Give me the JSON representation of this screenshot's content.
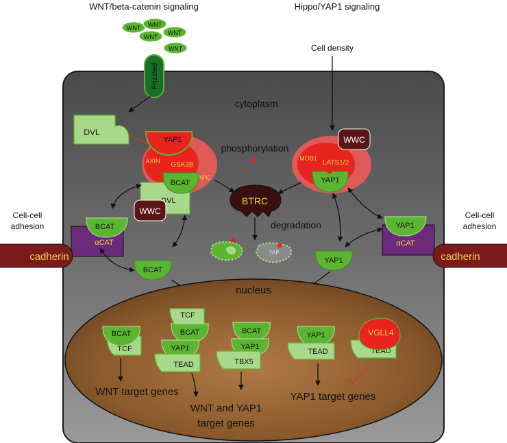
{
  "headers": {
    "wnt": "WNT/beta-catenin signaling",
    "hippo": "Hippo/YAP1 signaling"
  },
  "wnt_ligand": "WNT",
  "frizzled": "Frizzled",
  "cell_density": "Cell density",
  "cytoplasm": "cytoplasm",
  "nucleus": "nucleus",
  "phosphorylation": "phosphorylation",
  "degradation": "degradation",
  "cell_cell_adhesion": [
    "Cell-cell",
    "adhesion"
  ],
  "cadherin": "cadherin",
  "alpha_cat": "αCAT",
  "proteins": {
    "dvl": "DVL",
    "yap1": "YAP1",
    "axin": "AXIN",
    "gsk3b": "GSK3B",
    "apc": "APC",
    "bcat": "BCAT",
    "wwc": "WWC",
    "mob1": "MOB1",
    "lats": "LATS1/2",
    "btrc": "BTRC",
    "tcf": "TCF",
    "tead": "TEAD",
    "tbx5": "TBX5",
    "vgll4": "VGLL4",
    "yap_fragment": "YAP"
  },
  "target_genes": {
    "wnt": "WNT target genes",
    "wnt_yap_line1": "WNT and YAP1",
    "wnt_yap_line2": "target genes",
    "yap1": "YAP1 target genes"
  },
  "colors": {
    "green": "#5cb531",
    "light_green": "#a8d88a",
    "red": "#e8241f",
    "dark_maroon": "#5a1616",
    "cadherin": "#7b1a1a",
    "alpha_cat": "#6a2b7a",
    "cytoplasm_gray": "#5f5f5f",
    "nucleus_brown": "#8a5a2c"
  }
}
